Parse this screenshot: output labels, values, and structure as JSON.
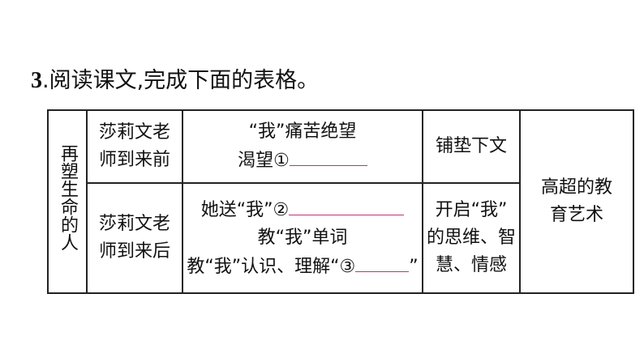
{
  "question": {
    "number": "3",
    "text": ".阅读课文,完成下面的表格。"
  },
  "table": {
    "side_label": "再塑生命的人",
    "rows": [
      {
        "time": [
          "莎莉文老",
          "师到来前"
        ],
        "detail_line1": "“我”痛苦绝望",
        "detail_line2_prefix": "渴望",
        "marker": "①",
        "effect": "铺垫下文"
      },
      {
        "time": [
          "莎莉文老",
          "师到来后"
        ],
        "line1_prefix": "她送“我”",
        "marker1": "②",
        "line2": "教“我”单词",
        "line3_prefix": "教“我”认识、理解“",
        "marker3": "③",
        "line3_suffix": "”",
        "effect": [
          "开启“我”",
          "的思维、智",
          "慧、情感"
        ]
      }
    ],
    "art": [
      "高超的教",
      "育艺术"
    ]
  }
}
